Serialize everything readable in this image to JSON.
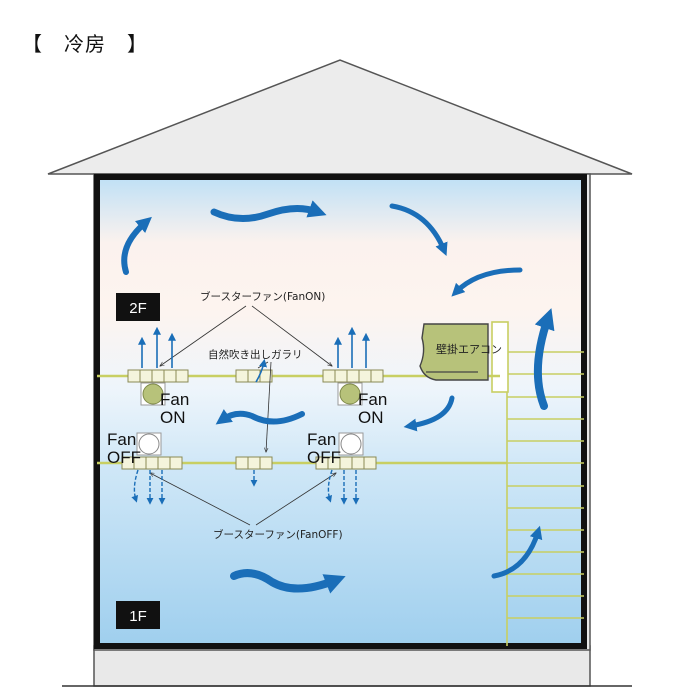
{
  "title": "【　冷房　】",
  "floors": {
    "upper": "2F",
    "lower": "1F"
  },
  "labels": {
    "booster_on": "ブースターファン(FanON)",
    "booster_off": "ブースターファン(FanOFF)",
    "natural_grille": "自然吹き出しガラリ",
    "wall_ac": "壁掛エアコン"
  },
  "fans": {
    "on_left": [
      "Fan",
      "ON"
    ],
    "on_right": [
      "Fan",
      "ON"
    ],
    "off_left": [
      "Fan",
      "OFF"
    ],
    "off_right": [
      "Fan",
      "OFF"
    ]
  },
  "colors": {
    "arrow": "#1a6eb8",
    "fan_on": "#b7c27a",
    "rail": "#c8cf62",
    "cool_air": "#a9d4f0",
    "warm_air": "#fdf4ef"
  }
}
